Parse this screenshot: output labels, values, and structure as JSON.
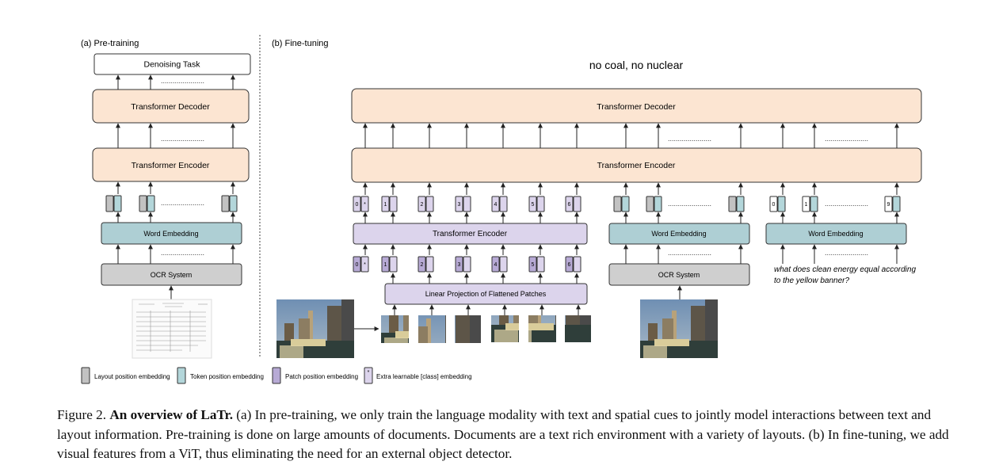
{
  "pretraining": {
    "section_label": "(a) Pre-training",
    "denoising_task": "Denoising Task",
    "decoder": "Transformer Decoder",
    "encoder": "Transformer Encoder",
    "word_embedding": "Word Embedding",
    "ocr": "OCR System"
  },
  "finetuning": {
    "section_label": "(b) Fine-tuning",
    "answer": "no coal, no nuclear",
    "decoder": "Transformer Decoder",
    "encoder": "Transformer Encoder",
    "vision_encoder": "Transformer Encoder",
    "linear_projection": "Linear Projection of Flattened Patches",
    "ocr_word_embedding": "Word Embedding",
    "ocr": "OCR System",
    "question_word_embedding": "Word Embedding",
    "question_line1": "what does clean energy equal according",
    "question_line2": "to the yellow banner?",
    "patch_labels": [
      "0",
      "*",
      "1",
      "2",
      "3",
      "4",
      "5",
      "6"
    ],
    "question_labels": [
      "0",
      "1",
      "9"
    ]
  },
  "legend": {
    "layout": "Layout position embedding",
    "token": "Token position embedding",
    "patch": "Patch position embedding",
    "cls": "Extra learnable [class] embedding",
    "cls_symbol": "*"
  },
  "caption": {
    "prefix": "Figure 2.",
    "title": "An overview of LaTr.",
    "body": "(a) In pre-training, we only train the language modality with text and spatial cues to jointly model interactions between text and layout information. Pre-training is done on large amounts of documents. Documents are a text rich environment with a variety of layouts. (b) In fine-tuning, we add visual features from a ViT, thus eliminating the need for an external object detector."
  },
  "colors": {
    "transformer": "#fce5d2",
    "word_embedding": "#aecfd4",
    "ocr": "#cfcfcf",
    "vision": "#dcd4ec",
    "layout_emb": "#c2c2c2",
    "token_emb": "#b3d6da",
    "patch_emb": "#b7aad5",
    "border": "#333333"
  }
}
